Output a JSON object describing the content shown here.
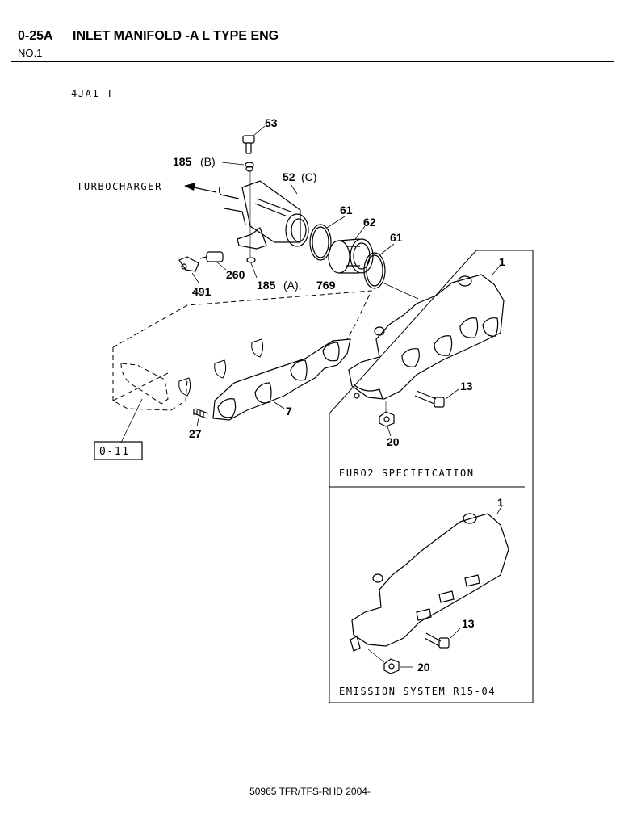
{
  "header": {
    "code": "0-25A",
    "title": "INLET MANIFOLD -A L TYPE ENG",
    "subtitle": "NO.1"
  },
  "diagram": {
    "model_label": "4JA1-T",
    "turbocharger_label": "TURBOCHARGER",
    "ref_box": "0-11",
    "euro_label": "EURO2 SPECIFICATION",
    "emission_label": "EMISSION SYSTEM R15-04",
    "callouts": {
      "c53": "53",
      "c185b": "185",
      "c185b_suffix": "(B)",
      "c52": "52",
      "c52_suffix": "(C)",
      "c61a": "61",
      "c62": "62",
      "c61b": "61",
      "c1a": "1",
      "c260": "260",
      "c491": "491",
      "c185a": "185",
      "c185a_suffix": "(A),",
      "c769": "769",
      "c13a": "13",
      "c7": "7",
      "c27": "27",
      "c20a": "20",
      "c1b": "1",
      "c13b": "13",
      "c20b": "20"
    }
  },
  "footer": {
    "text": "50965 TFR/TFS-RHD 2004-"
  }
}
